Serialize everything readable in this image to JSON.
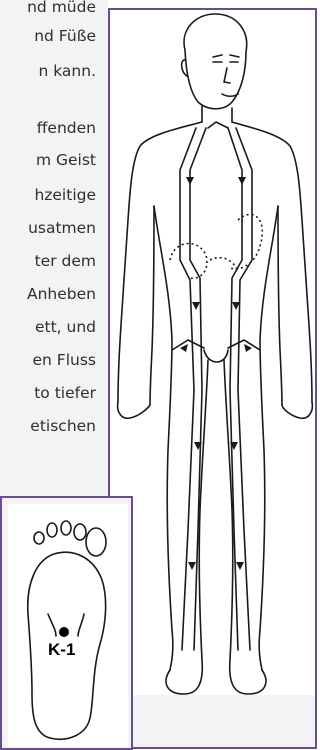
{
  "text_lines": [
    "nd müde",
    "nd Füße",
    "n kann.",
    "ffenden",
    "m Geist",
    "hzeitige",
    "usatmen",
    "ter dem",
    "Anheben",
    "ett, und",
    "en Fluss",
    "to tiefer",
    "etischen"
  ],
  "foot_figure": {
    "point_label": "K-1"
  },
  "colors": {
    "frame": "#6a4a94",
    "panel_bg": "#f3f3f3"
  }
}
